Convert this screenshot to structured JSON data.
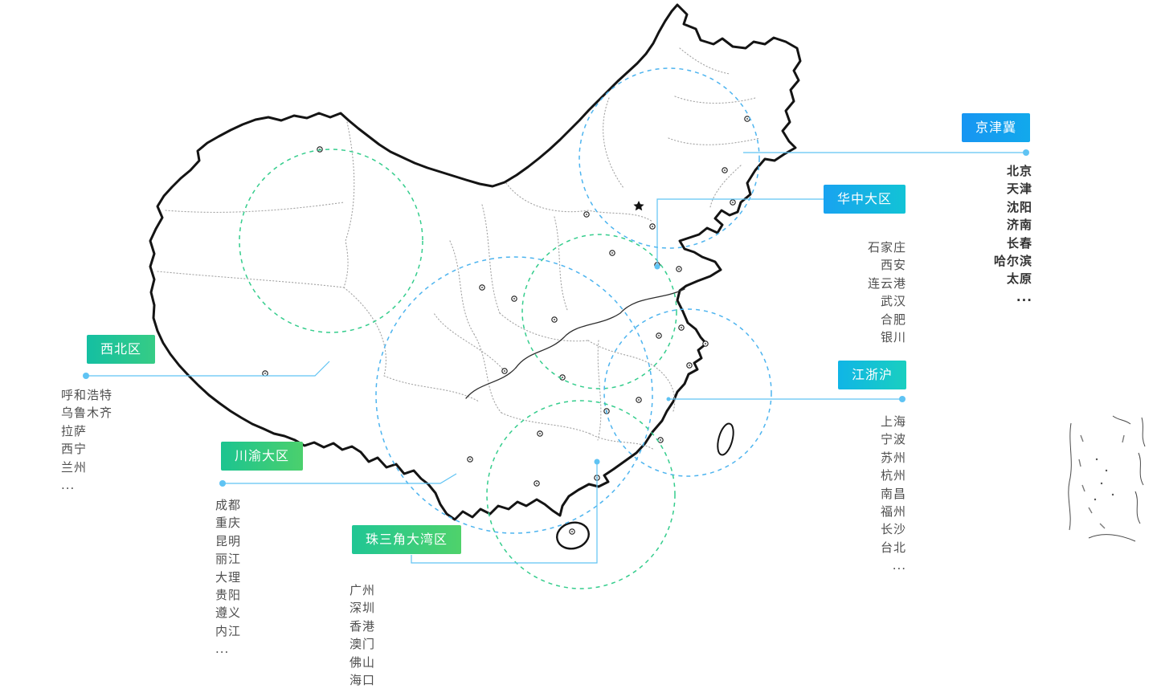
{
  "page": {
    "background": "#ffffff"
  },
  "colors": {
    "connector": "#5fc3f3",
    "circle_blue": "#4db4ef",
    "circle_green": "#35cd8d",
    "map_border": "#141414",
    "province_line": "#a3a3a3"
  },
  "map": {
    "name": "china-map",
    "inset_name": "south-china-sea-inset"
  },
  "regions": [
    {
      "id": "jingjinji",
      "label": "京津冀",
      "color_from": "#1795f2",
      "color_to": "#12a9ec",
      "cities": [
        "北京",
        "天津",
        "沈阳",
        "济南",
        "长春",
        "哈尔滨",
        "太原",
        "..."
      ]
    },
    {
      "id": "huazhong",
      "label": "华中大区",
      "color_from": "#18a3f0",
      "color_to": "#12c3d6",
      "cities": [
        "石家庄",
        "西安",
        "连云港",
        "武汉",
        "合肥",
        "银川"
      ]
    },
    {
      "id": "jiangzhehu",
      "label": "江浙沪",
      "color_from": "#10b5e6",
      "color_to": "#19cfc0",
      "cities": [
        "上海",
        "宁波",
        "苏州",
        "杭州",
        "南昌",
        "福州",
        "长沙",
        "台北",
        "..."
      ]
    },
    {
      "id": "xibei",
      "label": "西北区",
      "color_from": "#14bfa2",
      "color_to": "#36cc85",
      "cities": [
        "呼和浩特",
        "乌鲁木齐",
        "拉萨",
        "西宁",
        "兰州",
        "..."
      ]
    },
    {
      "id": "chuanyu",
      "label": "川渝大区",
      "color_from": "#1cc490",
      "color_to": "#4bd06d",
      "cities": [
        "成都",
        "重庆",
        "昆明",
        "丽江",
        "大理",
        "贵阳",
        "遵义",
        "内江",
        "..."
      ]
    },
    {
      "id": "zhusanjiao",
      "label": "珠三角大湾区",
      "color_from": "#20c694",
      "color_to": "#4fd26b",
      "cities": [
        "广州",
        "深圳",
        "香港",
        "澳门",
        "佛山",
        "海口",
        "..."
      ]
    }
  ]
}
